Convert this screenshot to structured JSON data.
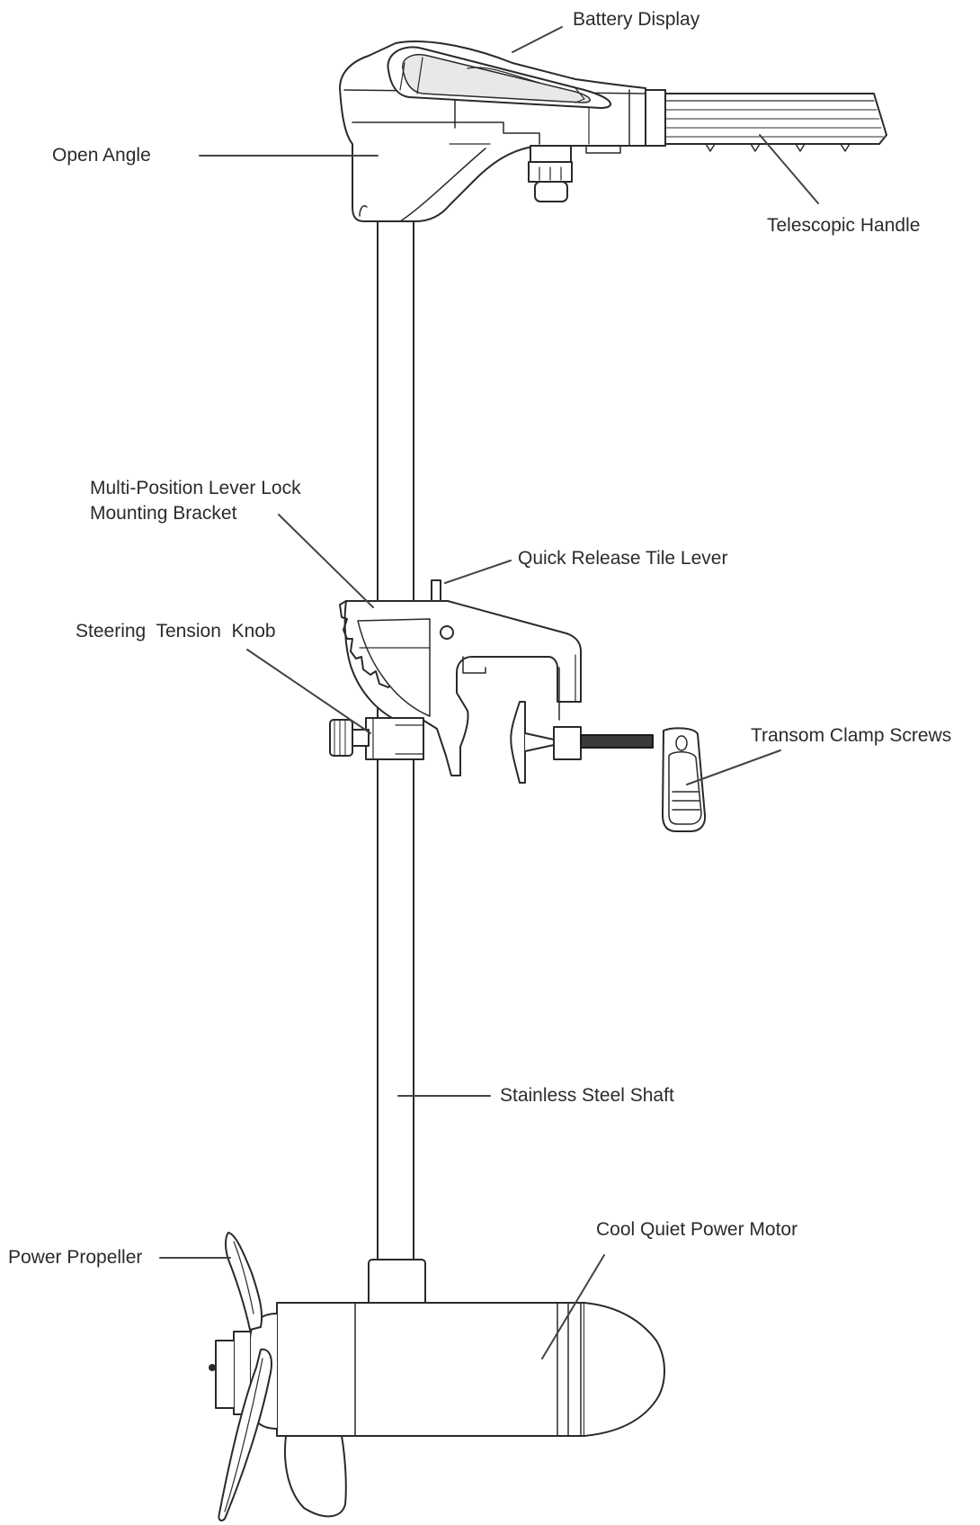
{
  "diagram": {
    "labels": {
      "battery_display": "Battery Display",
      "open_angle": "Open Angle",
      "telescopic_handle": "Telescopic Handle",
      "multi_position_line1": "Multi-Position Lever Lock",
      "multi_position_line2": "Mounting Bracket",
      "quick_release": "Quick Release Tile Lever",
      "steering_tension": "Steering  Tension  Knob",
      "transom_clamp": "Transom Clamp Screws",
      "stainless_shaft": "Stainless Steel Shaft",
      "cool_motor": "Cool Quiet Power Motor",
      "power_propeller": "Power Propeller"
    }
  }
}
